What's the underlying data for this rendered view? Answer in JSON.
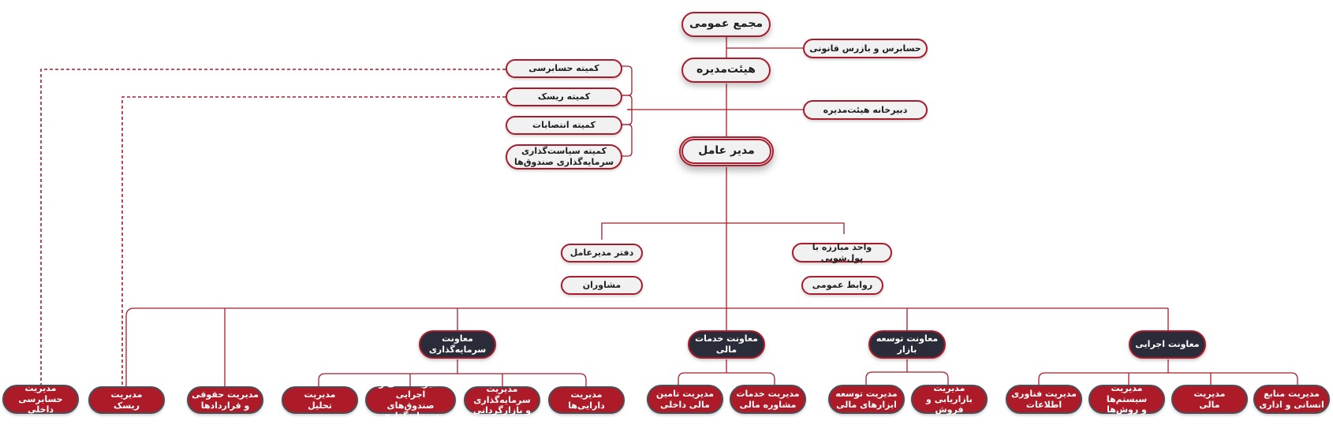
{
  "top": {
    "general_assembly": "مجمع عمومی",
    "board": "هیئت‌مدیره",
    "ceo": "مدیر عامل",
    "auditor": "حسابرس و بازرس قانونی",
    "board_secretariat": "دبیرخانه هیئت‌مدیره"
  },
  "committees": {
    "audit": "کمیته حسابرسی",
    "risk": "کمیته ریسک",
    "appointments": "کمیته انتصابات",
    "investment_policy": "کمیته سیاست‌گذاری\nسرمایه‌گذاری صندوق‌ها"
  },
  "staff": {
    "ceo_office": "دفتر مدیرعامل",
    "aml_unit": "واحد مبارزه با پول‌شویی",
    "advisors": "مشاوران",
    "public_relations": "روابط عمومی"
  },
  "deputies": {
    "executive": "معاونت اجرایی",
    "market_development": "معاونت توسعه بازار",
    "financial_services": "معاونت خدمات مالی",
    "investment": "معاونت سرمایه‌گذاری"
  },
  "departments": {
    "hr_admin": "مدیریت منابع\nانسانی و اداری",
    "finance": "مدیریت\nمالی",
    "systems_methods": "مدیریت سیستم‌ها\nو روش‌ها",
    "it": "مدیریت فناوری\nاطلاعات",
    "marketing_sales": "مدیریت\nبازاریابی و فروش",
    "financial_instruments": "مدیریت توسعه\nابزارهای مالی",
    "advisory_services": "مدیریت خدمات\nمشاوره مالی",
    "internal_financing": "مدیریت تامین\nمالی داخلی",
    "assets": "مدیریت\nدارایی‌ها",
    "investment_marketmaking": "مدیریت سرمایه‌گذاری\nو بازارگردانی",
    "fund_operations": "مدیریت مالی و اجرایی\nصندوق‌های سرمایه‌گذاری",
    "analysis": "مدیریت\nتحلیل",
    "legal_contracts": "مدیریت حقوقی\nو قراردادها",
    "risk_mgmt": "مدیریت\nریسک",
    "internal_audit": "مدیریت حسابرسی\nداخلی"
  },
  "colors": {
    "brand_red": "#ad1a28",
    "outline_red": "#a81c2b",
    "dark_navy": "#2b2c3a",
    "light_fill": "#f1f1f2"
  }
}
